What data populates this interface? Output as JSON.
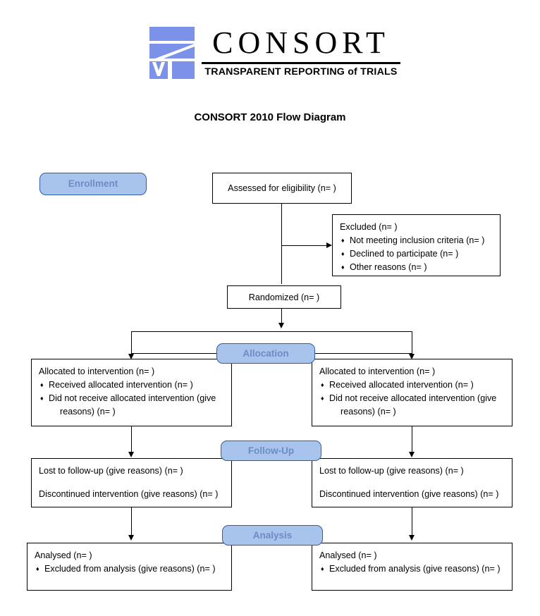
{
  "header": {
    "logo_word": "CONSORT",
    "logo_tagline": "TRANSPARENT REPORTING of TRIALS",
    "logo_mark_name": "consort-logo-mark",
    "brand_blue": "#7B92E8",
    "title": "CONSORT 2010 Flow Diagram"
  },
  "banners": {
    "enrollment": "Enrollment",
    "allocation": "Allocation",
    "followup": "Follow-Up",
    "analysis": "Analysis",
    "fill": "#A8C4EC",
    "border": "#2E5FA3",
    "text_color": "#6E8BC4"
  },
  "bullet_glyph": "♦",
  "boxes": {
    "assessed": {
      "lines": [
        {
          "text": "Assessed for eligibility (n=  )",
          "bullet": false
        }
      ]
    },
    "excluded": {
      "lines": [
        {
          "text": "Excluded  (n=  )",
          "bullet": false
        },
        {
          "text": "Not meeting inclusion criteria (n=  )",
          "bullet": true
        },
        {
          "text": "Declined to participate (n=  )",
          "bullet": true
        },
        {
          "text": "Other reasons (n=  )",
          "bullet": true
        }
      ]
    },
    "randomized": {
      "lines": [
        {
          "text": "Randomized (n=  )",
          "bullet": false
        }
      ]
    },
    "allocation_left": {
      "lines": [
        {
          "text": "Allocated to intervention (n=  )",
          "bullet": false
        },
        {
          "text": "Received allocated intervention (n=  )",
          "bullet": true
        },
        {
          "text": "Did not receive allocated intervention (give",
          "bullet": true
        },
        {
          "text": "reasons) (n=  )",
          "bullet": false,
          "continuation": true
        }
      ]
    },
    "allocation_right": {
      "lines": [
        {
          "text": "Allocated to intervention (n=  )",
          "bullet": false
        },
        {
          "text": "Received allocated intervention (n=  )",
          "bullet": true
        },
        {
          "text": "Did not receive allocated intervention (give",
          "bullet": true
        },
        {
          "text": "reasons) (n=  )",
          "bullet": false,
          "continuation": true
        }
      ]
    },
    "followup_left": {
      "lines": [
        {
          "text": "Lost to follow-up (give reasons) (n=  )",
          "bullet": false
        },
        {
          "text": "Discontinued intervention (give reasons) (n=  )",
          "bullet": false,
          "gap": true
        }
      ]
    },
    "followup_right": {
      "lines": [
        {
          "text": "Lost to follow-up (give reasons) (n=  )",
          "bullet": false
        },
        {
          "text": "Discontinued intervention (give reasons) (n=  )",
          "bullet": false,
          "gap": true
        }
      ]
    },
    "analysis_left": {
      "lines": [
        {
          "text": "Analysed  (n=  )",
          "bullet": false
        },
        {
          "text": "Excluded from analysis (give reasons) (n=  )",
          "bullet": true
        }
      ]
    },
    "analysis_right": {
      "lines": [
        {
          "text": "Analysed  (n=  )",
          "bullet": false
        },
        {
          "text": "Excluded from analysis (give reasons) (n=  )",
          "bullet": true
        }
      ]
    }
  }
}
